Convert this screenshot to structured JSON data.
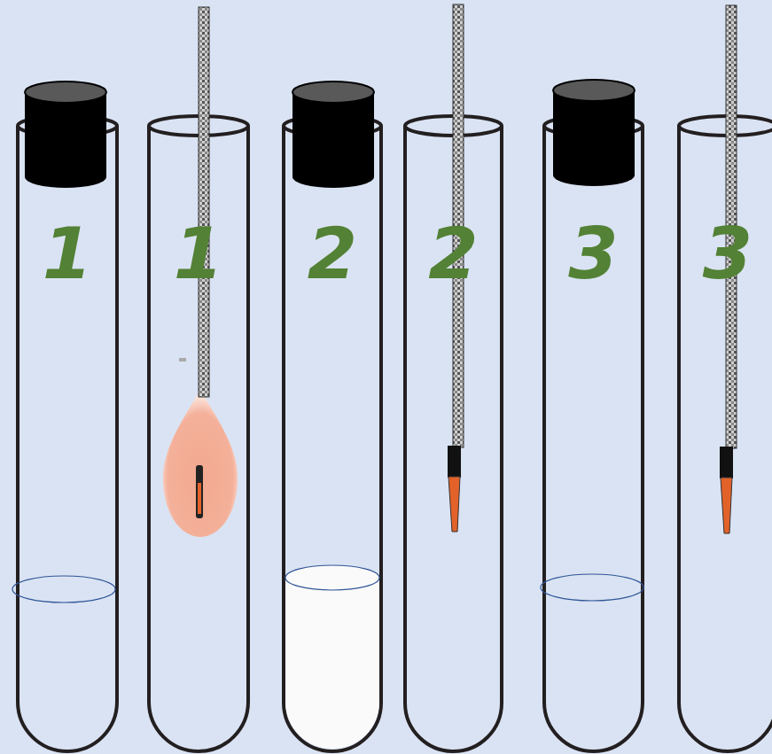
{
  "diagram": {
    "nodes": [
      {
        "text": [
          "1"
        ]
      },
      {
        "text": [
          "1"
        ]
      },
      {
        "text": [
          "2"
        ]
      },
      {
        "text": [
          "2"
        ]
      },
      {
        "text": [
          "3"
        ]
      },
      {
        "text": [
          "3"
        ]
      }
    ]
  }
}
